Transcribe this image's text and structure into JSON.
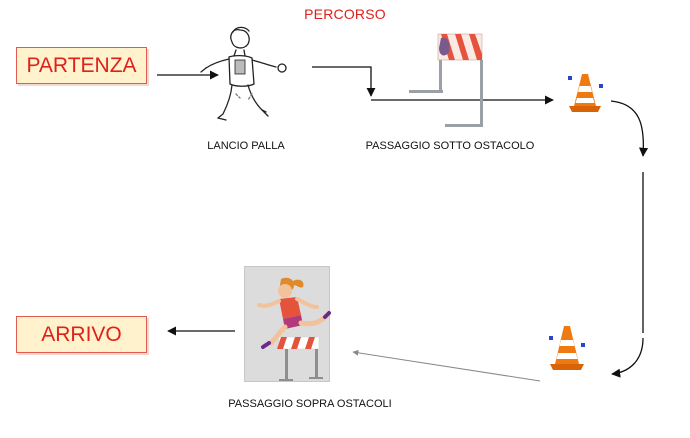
{
  "title": "PERCORSO",
  "start_label": "PARTENZA",
  "end_label": "ARRIVO",
  "steps": [
    {
      "label": "LANCIO PALLA",
      "icon": "boy-throwing-ball-icon"
    },
    {
      "label": "PASSAGGIO SOTTO OSTACOLO",
      "icon": "hurdle-icon"
    },
    {
      "label": "PASSAGGIO SOPRA OSTACOLI",
      "icon": "girl-jumping-hurdle-icon"
    }
  ],
  "cone_icon": "traffic-cone-icon",
  "colors": {
    "title": "#e0201b",
    "box_fill": "#fff2cc",
    "box_border": "#e05a4f",
    "cone": "#f07a12",
    "hurdle_stripe": "#e5533d"
  }
}
